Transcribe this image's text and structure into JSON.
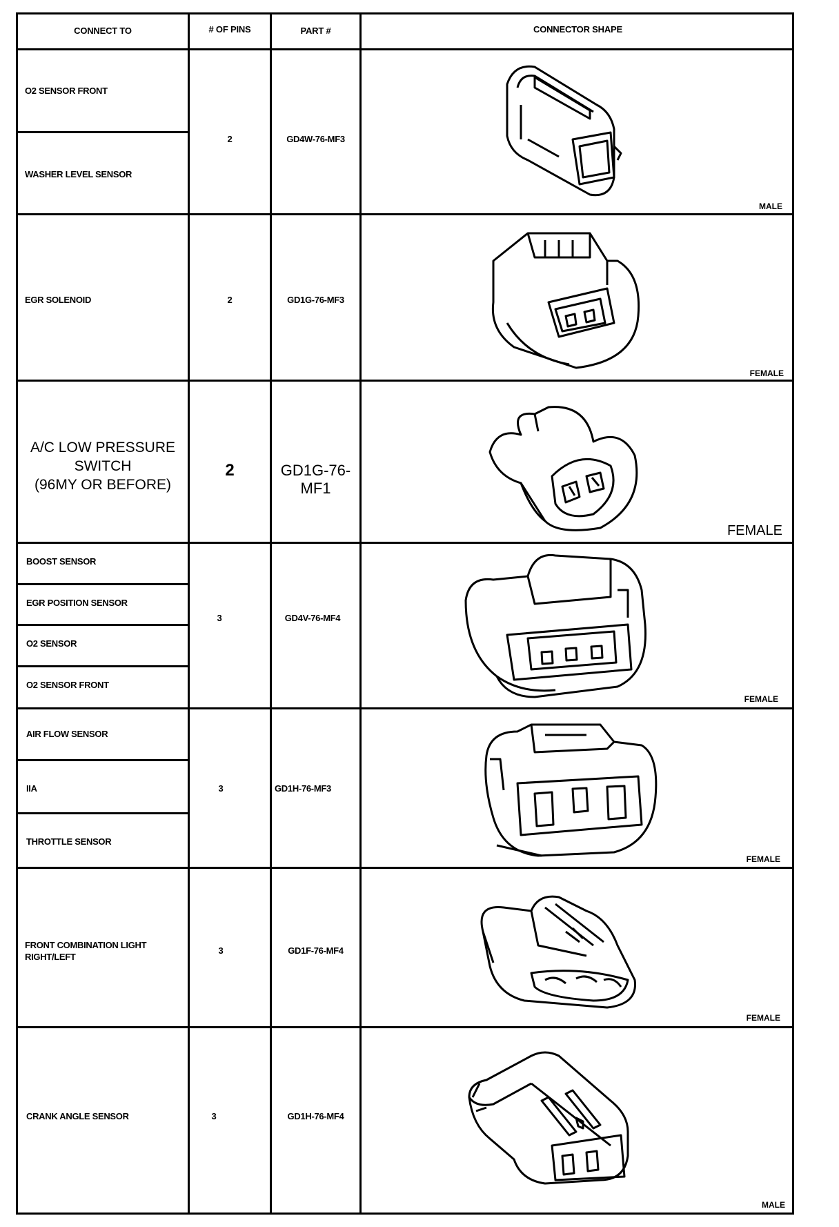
{
  "table": {
    "headers": {
      "connect_to": "CONNECT TO",
      "pins": "# OF PINS",
      "part": "PART #",
      "shape": "CONNECTOR SHAPE"
    },
    "groups": [
      {
        "connect_to": [
          "O2 SENSOR FRONT",
          "WASHER LEVEL SENSOR"
        ],
        "pins": "2",
        "part": "GD4W-76-MF3",
        "gender": "MALE",
        "shape_icon": "two-pin-male-connector-icon"
      },
      {
        "connect_to": [
          "EGR SOLENOID"
        ],
        "pins": "2",
        "part": "GD1G-76-MF3",
        "gender": "FEMALE",
        "shape_icon": "two-pin-female-connector-icon"
      },
      {
        "connect_to": [
          "A/C LOW PRESSURE SWITCH (96MY OR BEFORE)"
        ],
        "pins": "2",
        "part": "GD1G-76-MF1",
        "gender": "FEMALE",
        "shape_icon": "two-pin-round-female-connector-icon"
      },
      {
        "connect_to": [
          "BOOST SENSOR",
          "EGR POSITION SENSOR",
          "O2 SENSOR",
          "O2 SENSOR FRONT"
        ],
        "pins": "3",
        "part": "GD4V-76-MF4",
        "gender": "FEMALE",
        "shape_icon": "three-pin-female-connector-icon"
      },
      {
        "connect_to": [
          "AIR FLOW SENSOR",
          "IIA",
          "THROTTLE SENSOR"
        ],
        "pins": "3",
        "part": "GD1H-76-MF3",
        "gender": "FEMALE",
        "shape_icon": "three-pin-wide-female-connector-icon"
      },
      {
        "connect_to": [
          "FRONT COMBINATION LIGHT RIGHT/LEFT"
        ],
        "pins": "3",
        "part": "GD1F-76-MF4",
        "gender": "FEMALE",
        "shape_icon": "three-pin-slim-female-connector-icon"
      },
      {
        "connect_to": [
          "CRANK ANGLE SENSOR"
        ],
        "pins": "3",
        "part": "GD1H-76-MF4",
        "gender": "MALE",
        "shape_icon": "three-pin-male-connector-icon"
      }
    ]
  },
  "big_row": {
    "line1": "A/C LOW PRESSURE",
    "line2": "SWITCH",
    "line3": "(96MY OR BEFORE)"
  },
  "front_combo": {
    "line1": "FRONT COMBINATION LIGHT",
    "line2": "RIGHT/LEFT"
  }
}
